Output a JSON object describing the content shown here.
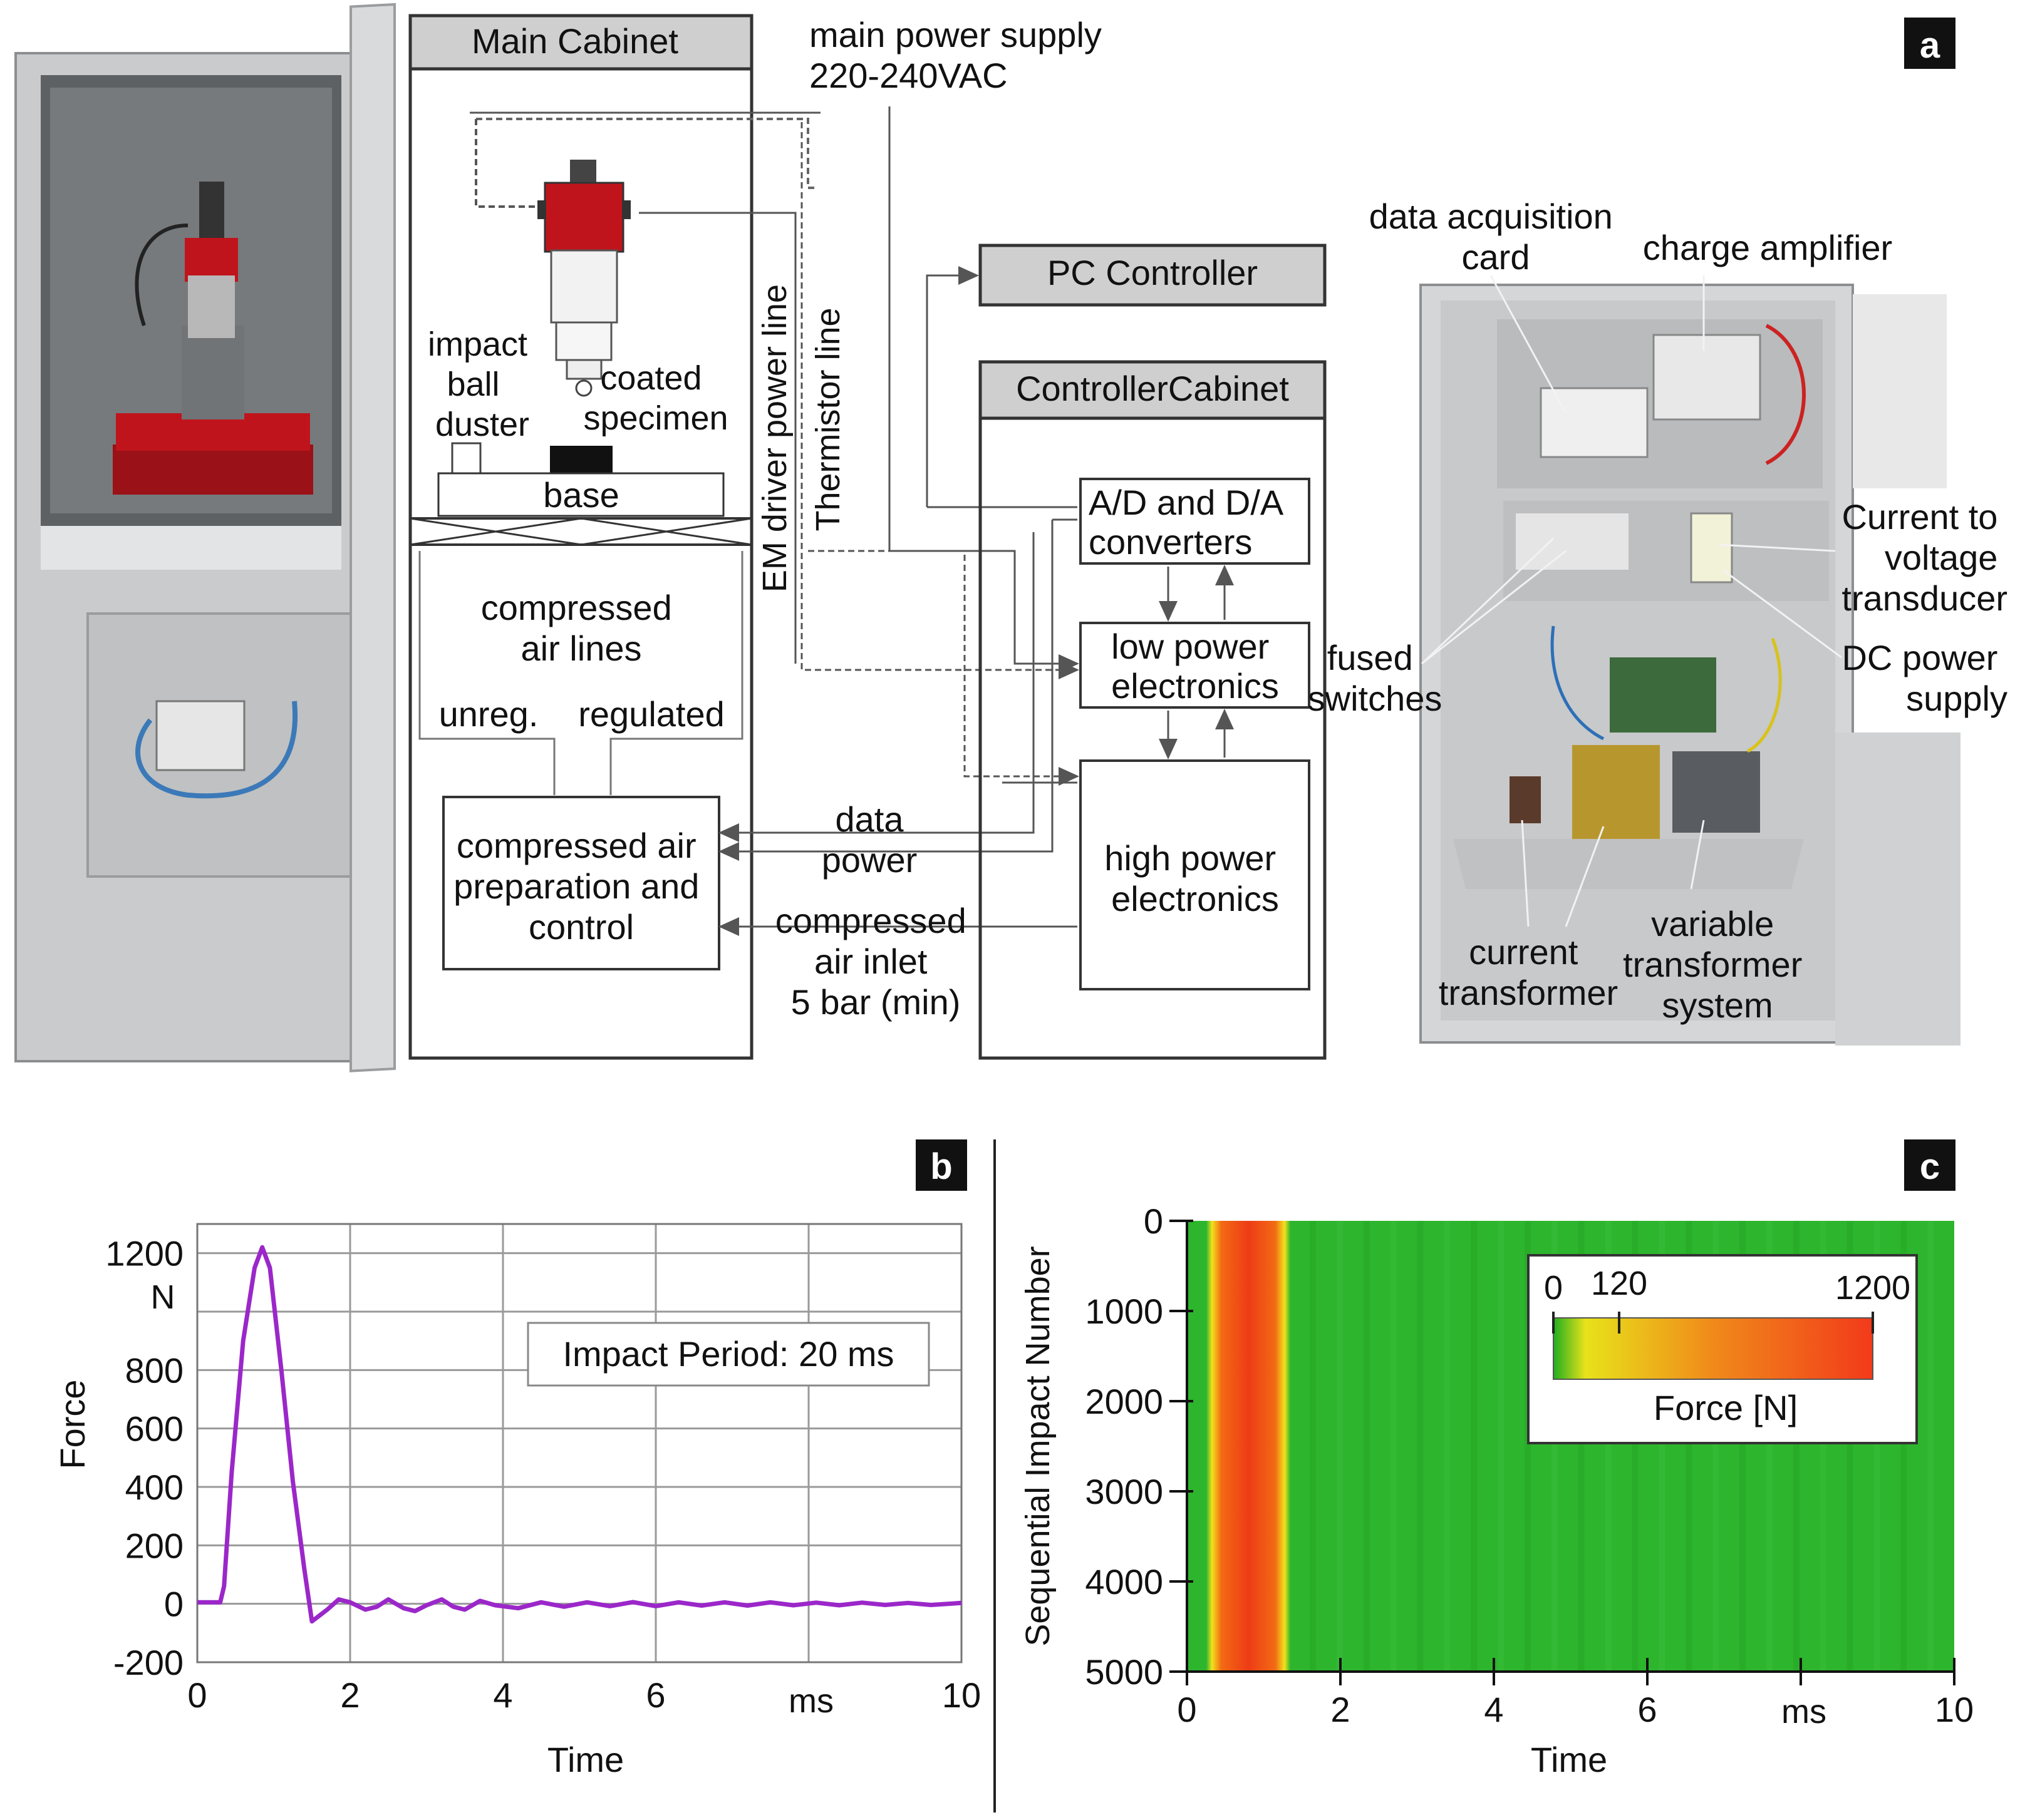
{
  "panel_a": {
    "badge": "a",
    "main_cabinet": "Main Cabinet",
    "main_power": [
      "main power supply",
      "220-240VAC"
    ],
    "impact_ball_duster": [
      "impact",
      "ball",
      "duster"
    ],
    "coated_specimen": [
      "coated",
      "specimen"
    ],
    "base": "base",
    "compressed_air_lines": [
      "compressed",
      "air lines"
    ],
    "unreg": "unreg.",
    "regulated": "regulated",
    "air_prep": [
      "compressed air",
      "preparation and",
      "control"
    ],
    "em_driver_line": "EM driver power line",
    "thermistor_line": "Thermistor line",
    "data": "data",
    "power": "power",
    "air_inlet": [
      "compressed",
      "air inlet",
      "5 bar (min)"
    ],
    "pc_controller": "PC Controller",
    "controller_cabinet": "ControllerCabinet",
    "ad_da": [
      "A/D and D/A",
      "converters"
    ],
    "low_power": [
      "low power",
      "electronics"
    ],
    "high_power": [
      "high power",
      "electronics"
    ],
    "photo_labels": {
      "daq": [
        "data acquisition",
        "card"
      ],
      "charge_amp": "charge amplifier",
      "ctv": [
        "Current to",
        "voltage",
        "transducer"
      ],
      "fused": [
        "fused",
        "switches"
      ],
      "dc_supply": [
        "DC power",
        "supply"
      ],
      "current_transformer": [
        "current",
        "transformer"
      ],
      "variable_transformer": [
        "variable",
        "transformer",
        "system"
      ]
    },
    "colors": {
      "hammer_red": "#c0141c",
      "table_red": "#b3121b",
      "cabinet_grey": "#d7d9da"
    }
  },
  "panel_b": {
    "badge": "b",
    "legend_box": "Impact Period: 20 ms",
    "unit_label": "N",
    "xunit_label": "ms"
  },
  "panel_c": {
    "badge": "c",
    "colorbar_title": "Force [N]",
    "colorbar_ticks": [
      "0",
      "120",
      "1200"
    ],
    "colorbar_colors": [
      "#1fae1f",
      "#e8e21a",
      "#f08a1a",
      "#f23a1a"
    ],
    "background_color": "#2db52d",
    "xunit_label": "ms"
  },
  "chart_data": [
    {
      "type": "line",
      "xlabel": "Time",
      "ylabel": "Force",
      "xlim": [
        0,
        10
      ],
      "ylim": [
        -200,
        1300
      ],
      "xticks": [
        "0",
        "2",
        "4",
        "6",
        "",
        "10"
      ],
      "yticks": [
        "-200",
        "0",
        "200",
        "400",
        "600",
        "800",
        "",
        "1200"
      ],
      "grid": true,
      "color": "#9b27c9",
      "series": [
        {
          "x": [
            0,
            0.15,
            0.3,
            0.35,
            0.45,
            0.6,
            0.75,
            0.85,
            0.95,
            1.1,
            1.25,
            1.4,
            1.5,
            1.7,
            1.85,
            2.0,
            2.2,
            2.35,
            2.5,
            2.7,
            2.85,
            3.0,
            3.2,
            3.35,
            3.5,
            3.7,
            3.9,
            4.2,
            4.5,
            4.8,
            5.1,
            5.4,
            5.7,
            6.0,
            6.3,
            6.6,
            6.9,
            7.2,
            7.5,
            7.8,
            8.1,
            8.4,
            8.7,
            9.0,
            9.3,
            9.6,
            10.0
          ],
          "y": [
            5,
            5,
            5,
            60,
            450,
            900,
            1150,
            1220,
            1150,
            800,
            420,
            120,
            -60,
            -20,
            15,
            5,
            -20,
            -10,
            15,
            -15,
            -25,
            -5,
            15,
            -10,
            -20,
            10,
            -5,
            -15,
            5,
            -10,
            5,
            -8,
            6,
            -8,
            5,
            -6,
            5,
            -6,
            5,
            -5,
            4,
            -5,
            4,
            -4,
            3,
            -4,
            3
          ]
        }
      ]
    },
    {
      "type": "heatmap",
      "xlabel": "Time",
      "ylabel": "Sequential Impact Number",
      "xlim": [
        0,
        10
      ],
      "ylim": [
        5000,
        0
      ],
      "xticks": [
        "0",
        "2",
        "4",
        "6",
        "",
        "10"
      ],
      "yticks": [
        "0",
        "1000",
        "2000",
        "3000",
        "4000",
        "5000"
      ],
      "colorbar": {
        "min": 0,
        "max": 1200,
        "label": "Force [N]"
      },
      "force_profile": {
        "time_ms": [
          0,
          0.2,
          0.3,
          0.4,
          0.55,
          0.7,
          0.85,
          1.0,
          1.15,
          1.25,
          1.35,
          1.5,
          10
        ],
        "force_N": [
          0,
          0,
          150,
          900,
          1100,
          1200,
          1200,
          1150,
          1000,
          600,
          100,
          0,
          0
        ]
      }
    }
  ]
}
